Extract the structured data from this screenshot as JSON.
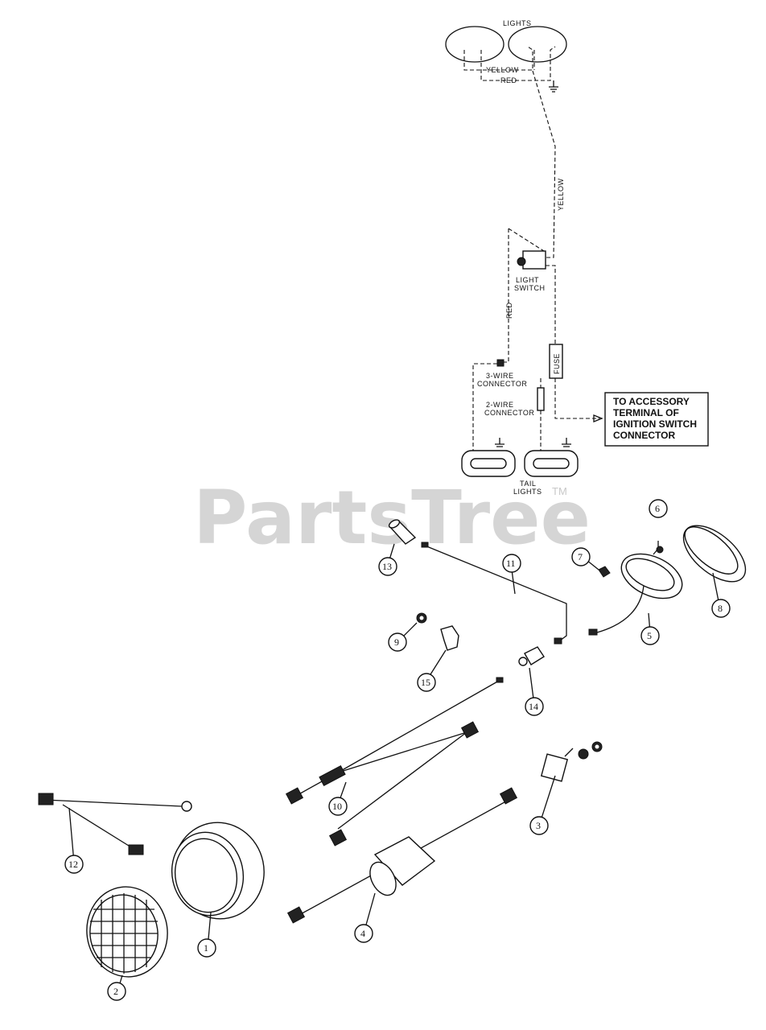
{
  "watermark": {
    "text": "PartsTree",
    "tm": "TM"
  },
  "schematic": {
    "lights_label": "LIGHTS",
    "yellow_label_1": "YELLOW",
    "red_label_1": "RED",
    "yellow_label_2": "YELLOW",
    "red_label_2": "RED",
    "light_switch_label": [
      "LIGHT",
      "SWITCH"
    ],
    "fuse_label": "FUSE",
    "three_wire_label": [
      "3-WIRE",
      "CONNECTOR"
    ],
    "two_wire_label": [
      "2-WIRE",
      "CONNECTOR"
    ],
    "tail_lights_label": [
      "TAIL",
      "LIGHTS"
    ],
    "accessory_box": [
      "TO ACCESSORY",
      "TERMINAL OF",
      "IGNITION SWITCH",
      "CONNECTOR"
    ]
  },
  "callouts": [
    "1",
    "2",
    "3",
    "4",
    "5",
    "6",
    "7",
    "8",
    "9",
    "10",
    "11",
    "12",
    "13",
    "14",
    "15"
  ]
}
